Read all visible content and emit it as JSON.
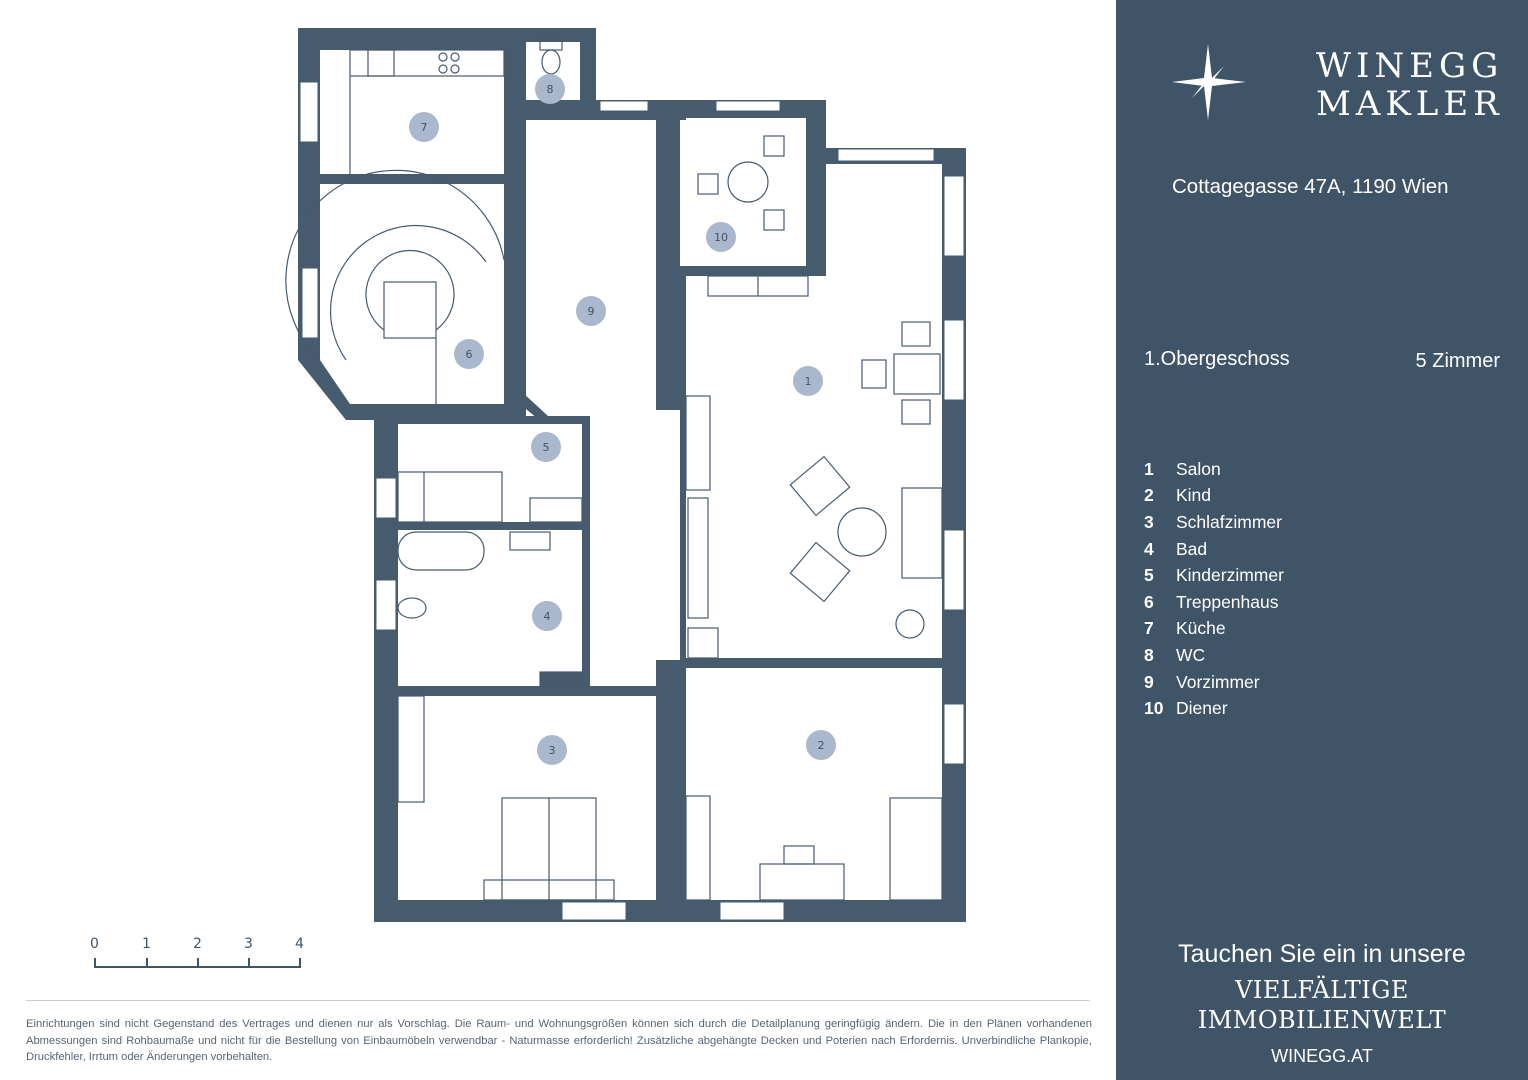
{
  "brand": {
    "line1": "WINEGG",
    "line2": "MAKLER"
  },
  "address": "Cottagegasse 47A, 1190 Wien",
  "floor": "1.Obergeschoss",
  "rooms_count": "5 Zimmer",
  "legend": [
    {
      "num": "1",
      "name": "Salon"
    },
    {
      "num": "2",
      "name": "Kind"
    },
    {
      "num": "3",
      "name": "Schlafzimmer"
    },
    {
      "num": "4",
      "name": "Bad"
    },
    {
      "num": "5",
      "name": "Kinderzimmer"
    },
    {
      "num": "6",
      "name": "Treppenhaus"
    },
    {
      "num": "7",
      "name": "Küche"
    },
    {
      "num": "8",
      "name": "WC"
    },
    {
      "num": "9",
      "name": "Vorzimmer"
    },
    {
      "num": "10",
      "name": "Diener"
    }
  ],
  "room_markers": [
    "1",
    "2",
    "3",
    "4",
    "5",
    "6",
    "7",
    "8",
    "9",
    "10"
  ],
  "scale_labels": [
    "0",
    "1",
    "2",
    "3",
    "4"
  ],
  "tagline": "Tauchen Sie ein in unsere",
  "headline": {
    "line1": "VIELFÄLTIGE",
    "line2": "IMMOBILIENWELT"
  },
  "website": "WINEGG.AT",
  "disclaimer": "Einrichtungen sind nicht Gegenstand des Vertrages und dienen nur als Vorschlag. Die Raum- und Wohnungsgrößen können sich durch die Detailplanung geringfügig ändern. Die in den Plänen vorhandenen Abmessungen sind Rohbaumaße und nicht für die Bestellung von Einbaumöbeln verwendbar - Naturmasse erforderlich! Zusätzliche abgehängte Decken und Poterien nach Erfordernis. Unverbindliche Plankopie, Druckfehler, Irrtum oder Änderungen vorbehalten.",
  "colors": {
    "wall": "#465b6e",
    "sidebar": "#3f5467",
    "marker": "#a9b8cc",
    "line": "#465b6e"
  }
}
